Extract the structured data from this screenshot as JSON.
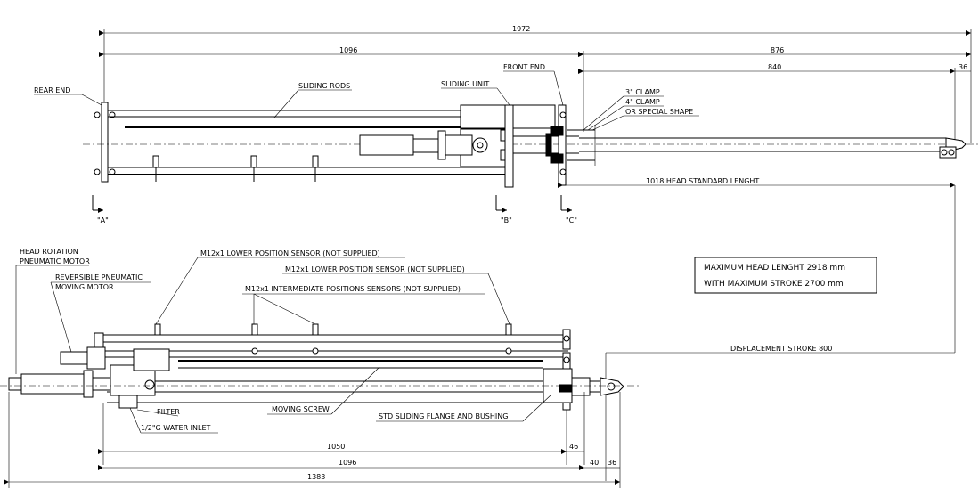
{
  "dimensions": {
    "overall_top": "1972",
    "top_left_section": "1096",
    "top_right_section": "876",
    "top_head": "840",
    "top_head_end": "36",
    "head_standard": "1018 HEAD STANDARD LENGHT",
    "bottom_1050": "1050",
    "bottom_46": "46",
    "bottom_1096": "1096",
    "bottom_40": "40",
    "bottom_36": "36",
    "bottom_overall": "1383",
    "displacement_stroke": "DISPLACEMENT STROKE 800"
  },
  "labels": {
    "rear_end": "REAR END",
    "sliding_rods": "SLIDING RODS",
    "sliding_unit": "SLIDING UNIT",
    "front_end": "FRONT END",
    "clamp_3": "3\" CLAMP",
    "clamp_4": "4\" CLAMP",
    "special_shape": "OR SPECIAL SHAPE",
    "section_a": "\"A\"",
    "section_b": "\"B\"",
    "section_c": "\"C\"",
    "head_rotation_1": "HEAD ROTATION",
    "head_rotation_2": "PNEUMATIC MOTOR",
    "reversible_1": "REVERSIBLE PNEUMATIC",
    "reversible_2": "MOVING MOTOR",
    "sensor_lower_1": "M12x1 LOWER POSITION SENSOR (NOT SUPPLIED)",
    "sensor_lower_2": "M12x1 LOWER POSITION SENSOR (NOT SUPPLIED)",
    "sensor_intermediate": "M12x1 INTERMEDIATE POSITIONS SENSORS (NOT SUPPLIED)",
    "filter": "FILTER",
    "water_inlet": "1/2\"G WATER INLET",
    "moving_screw": "MOVING SCREW",
    "std_flange": "STD SLIDING FLANGE AND BUSHING"
  },
  "info_box": {
    "line1": "MAXIMUM HEAD LENGHT 2918 mm",
    "line2": "WITH MAXIMUM STROKE 2700 mm"
  }
}
